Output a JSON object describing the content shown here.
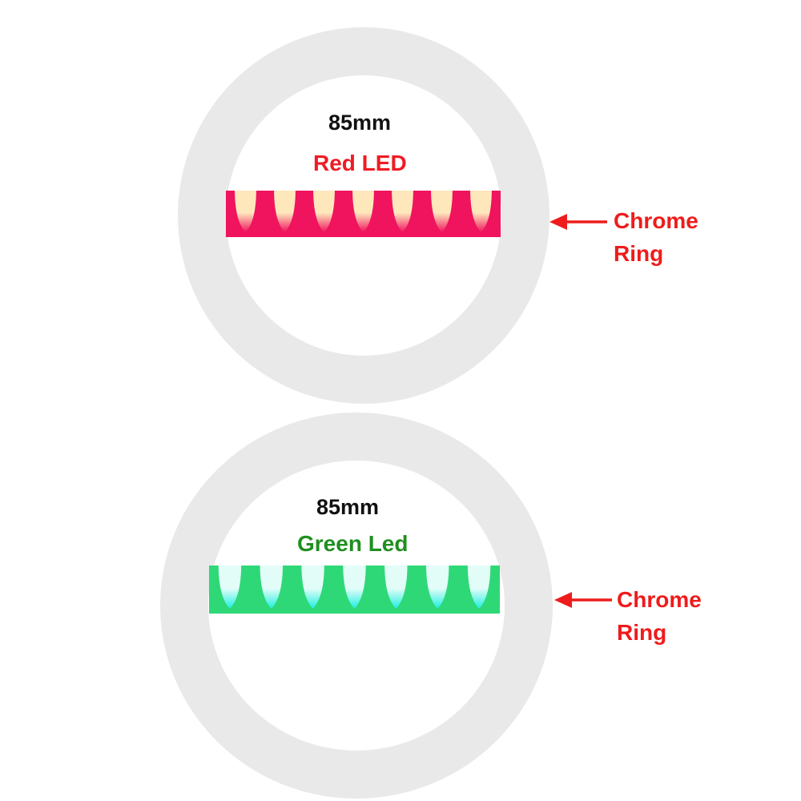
{
  "colors": {
    "ring": "#e9e9e9",
    "callout_red": "#ee1c1c",
    "red_led_text": "#ee1c25",
    "green_led_text": "#1f8f1f",
    "red_led_base": "#f0135e",
    "red_led_glow": "#fff2c0",
    "green_led_base": "#2fd877",
    "green_led_glow": "#ecffff",
    "green_led_cyan": "#19f0e6"
  },
  "rings": [
    {
      "size": "85mm",
      "led_label": "Red LED",
      "callout": {
        "line1": "Chrome",
        "line2": "Ring"
      }
    },
    {
      "size": "85mm",
      "led_label": "Green Led",
      "callout": {
        "line1": "Chrome",
        "line2": "Ring"
      }
    }
  ]
}
